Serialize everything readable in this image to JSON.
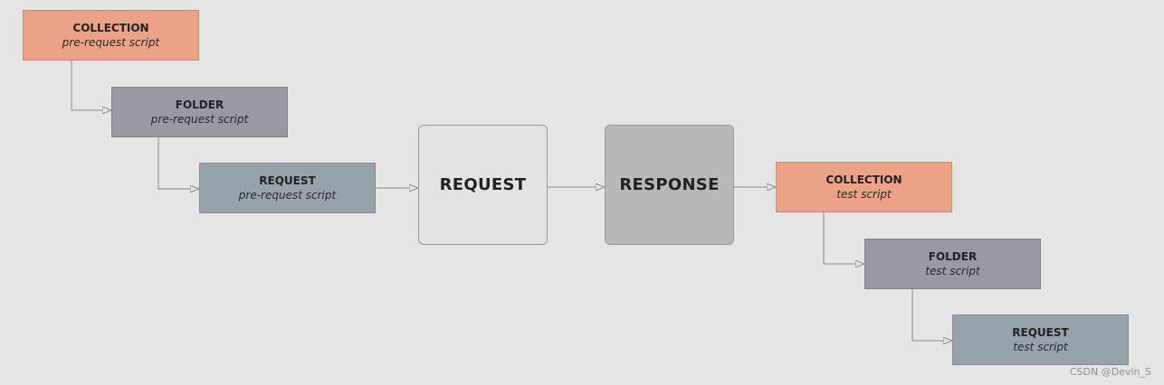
{
  "pre": {
    "collection": {
      "title": "COLLECTION",
      "subtitle": "pre-request script"
    },
    "folder": {
      "title": "FOLDER",
      "subtitle": "pre-request script"
    },
    "request": {
      "title": "REQUEST",
      "subtitle": "pre-request script"
    }
  },
  "center": {
    "request_label": "REQUEST",
    "response_label": "RESPONSE"
  },
  "test": {
    "collection": {
      "title": "COLLECTION",
      "subtitle": "test script"
    },
    "folder": {
      "title": "FOLDER",
      "subtitle": "test script"
    },
    "request": {
      "title": "REQUEST",
      "subtitle": "test script"
    }
  },
  "watermark": "CSDN @Devin_S",
  "colors": {
    "collection": "#eca287",
    "folder": "#9b98a1",
    "request": "#96a3ab",
    "request_big": "#e3e3e3",
    "response_big": "#b8b8b8",
    "connector": "#8a8a8a"
  }
}
